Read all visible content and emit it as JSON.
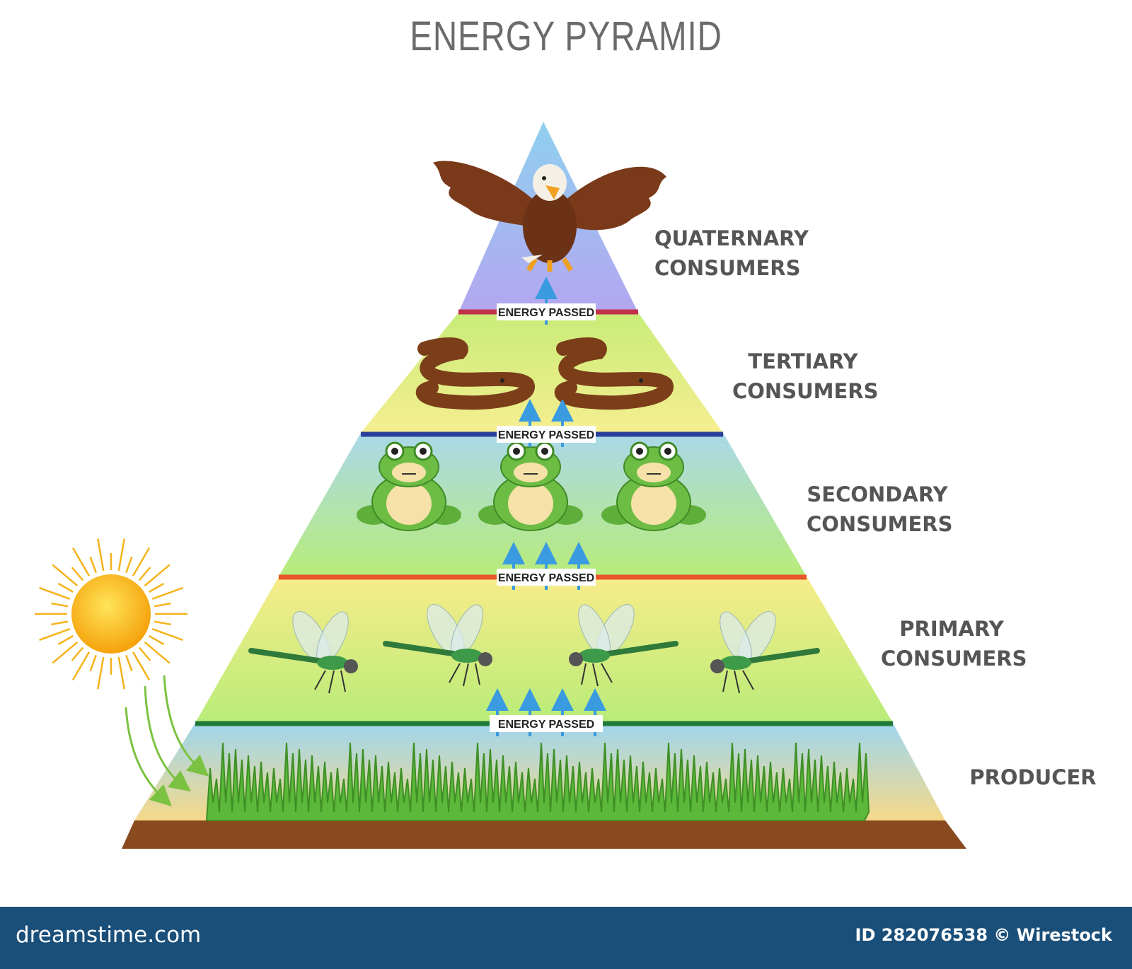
{
  "title": "ENERGY PYRAMID",
  "levels": [
    {
      "line1": "QUATERNARY",
      "line2": "CONSUMERS",
      "organism": "eagle-icon",
      "count": 1,
      "background": [
        "#8fd0f0",
        "#b4a6f0"
      ],
      "divider_color": "#c2304a"
    },
    {
      "line1": "TERTIARY",
      "line2": "CONSUMERS",
      "organism": "snake-icon",
      "count": 2,
      "background": [
        "#c8ec78",
        "#f6ee90"
      ],
      "divider_color": "#2a3f9a"
    },
    {
      "line1": "SECONDARY",
      "line2": "CONSUMERS",
      "organism": "frog-icon",
      "count": 3,
      "background": [
        "#aad8ea",
        "#b8ec78"
      ],
      "divider_color": "#e8562a"
    },
    {
      "line1": "PRIMARY",
      "line2": "CONSUMERS",
      "organism": "dragonfly-icon",
      "count": 4,
      "background": [
        "#f8ec8a",
        "#b8ec78"
      ],
      "divider_color": "#1f7a3a"
    },
    {
      "line1": "PRODUCER",
      "line2": "",
      "organism": "grass-icon",
      "count": 1,
      "background": [
        "#9fd6ee",
        "#f5d98a"
      ],
      "divider_color": "#8a4a1f"
    }
  ],
  "energy_label": "ENERGY PASSED",
  "arrow_counts": [
    1,
    2,
    3,
    4
  ],
  "footer": {
    "brand": "dreamstime.com",
    "credit": "ID 282076538 © Wirestock"
  }
}
